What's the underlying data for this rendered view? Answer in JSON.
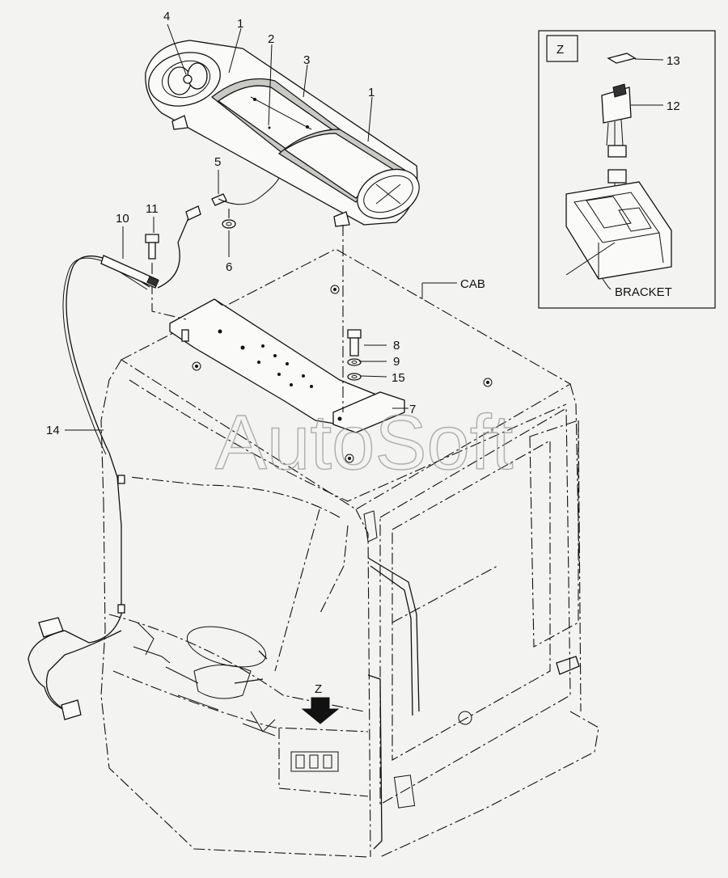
{
  "watermark": "AutoSoft",
  "callouts": [
    {
      "id": "c1a",
      "text": "1"
    },
    {
      "id": "c1b",
      "text": "1"
    },
    {
      "id": "c2",
      "text": "2"
    },
    {
      "id": "c3",
      "text": "3"
    },
    {
      "id": "c4",
      "text": "4"
    },
    {
      "id": "c5",
      "text": "5"
    },
    {
      "id": "c6",
      "text": "6"
    },
    {
      "id": "c7",
      "text": "7"
    },
    {
      "id": "c8",
      "text": "8"
    },
    {
      "id": "c9",
      "text": "9"
    },
    {
      "id": "c10",
      "text": "10"
    },
    {
      "id": "c11",
      "text": "11"
    },
    {
      "id": "c12",
      "text": "12"
    },
    {
      "id": "c13",
      "text": "13"
    },
    {
      "id": "c14",
      "text": "14"
    },
    {
      "id": "c15",
      "text": "15"
    }
  ],
  "labels": {
    "cab": "CAB",
    "bracket": "BRACKET",
    "detail_view": "Z",
    "view_arrow": "Z"
  }
}
